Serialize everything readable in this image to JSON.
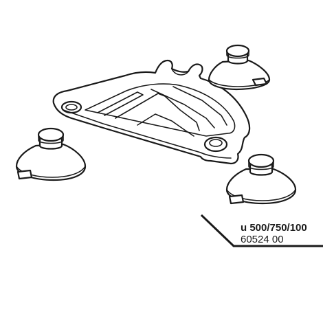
{
  "diagram": {
    "model_label": "u 500/750/100",
    "part_number": "60524 00",
    "line_color": "#1a1a1a",
    "background_color": "#ffffff"
  },
  "parts": {
    "bracket": "holder-bracket",
    "suction_cups": [
      "suction-cup-top-right",
      "suction-cup-left",
      "suction-cup-bottom-right"
    ]
  }
}
